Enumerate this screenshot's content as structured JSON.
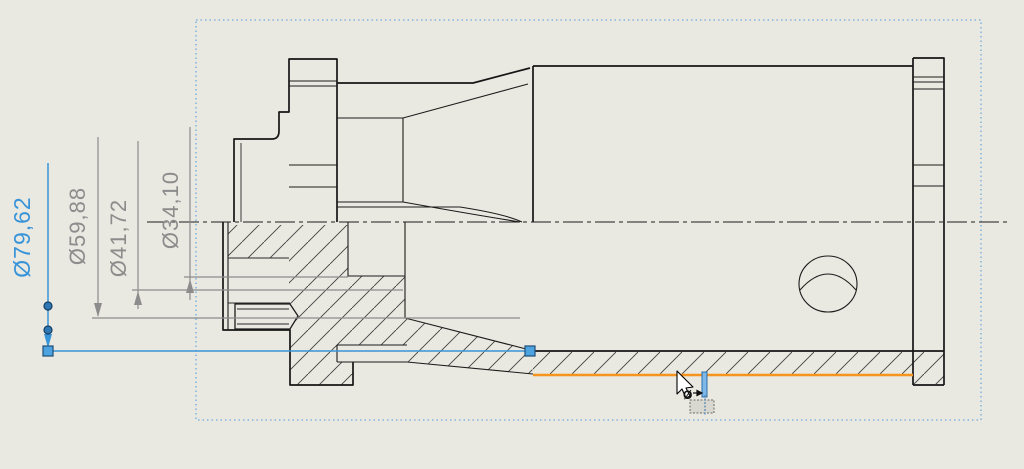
{
  "app": {
    "background_color": "#e9e8e1",
    "line_color": "#161616",
    "view": "section-view-of-cylindrical-part"
  },
  "selection_box": {
    "border_color": "#6ea9e2",
    "style": "dotted"
  },
  "dimensions": {
    "selected": {
      "label": "Ø79,62",
      "value": "79,62",
      "color": "#3894d8",
      "state": "selected"
    },
    "others": [
      {
        "label": "Ø59,88",
        "value": "59,88"
      },
      {
        "label": "Ø41,72",
        "value": "41,72"
      },
      {
        "label": "Ø34,10",
        "value": "34,10"
      }
    ],
    "normal_color": "#8c8c8c"
  },
  "highlighted_edge": {
    "color": "#f7941d",
    "description": "inner bore edge highlighted"
  },
  "cursor": {
    "tool": "smart-dimension",
    "symbol": "Ø"
  }
}
